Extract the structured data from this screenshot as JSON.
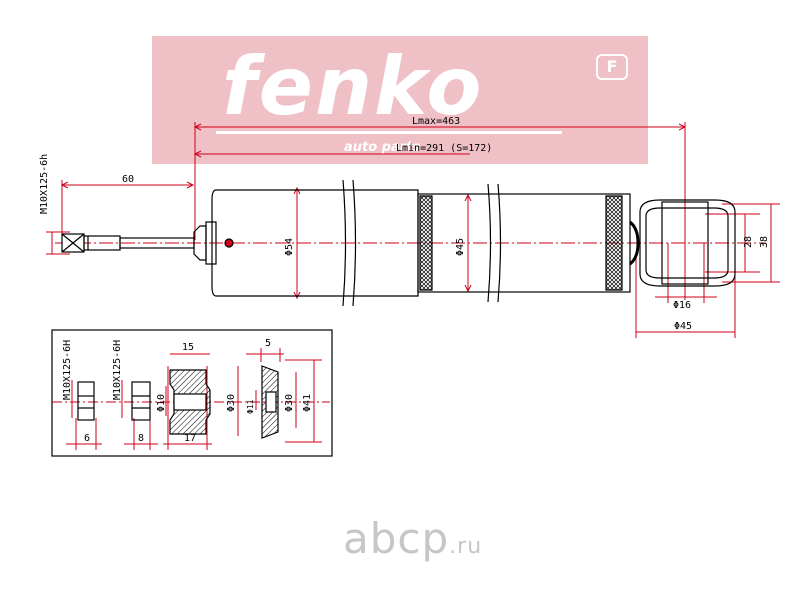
{
  "logo": {
    "brand": "fenko",
    "tagline": "auto parts",
    "badge": "F"
  },
  "drawing": {
    "lmax": "Lmax=463",
    "lmin": "Lmin=291  (S=172)",
    "rod_length": "60",
    "thread": "M10X125-6h",
    "body_diameter": "Φ54",
    "tube_diameter": "Φ45",
    "eye_inner": "Φ16",
    "eye_outer": "Φ45",
    "eye_width": "28",
    "eye_height": "38"
  },
  "parts": {
    "nut1_thread": "M10X125-6H",
    "nut1_width": "6",
    "nut2_thread": "M10X125-6H",
    "nut2_width": "8",
    "bushing_top": "15",
    "bushing_bottom": "17",
    "bushing_inner": "Φ10",
    "bushing_outer": "Φ30",
    "washer_thickness": "5",
    "washer_inner": "Φ11",
    "washer_mid": "Φ30",
    "washer_outer": "Φ41"
  },
  "watermark": {
    "site": "abcp",
    "tld": ".ru"
  }
}
